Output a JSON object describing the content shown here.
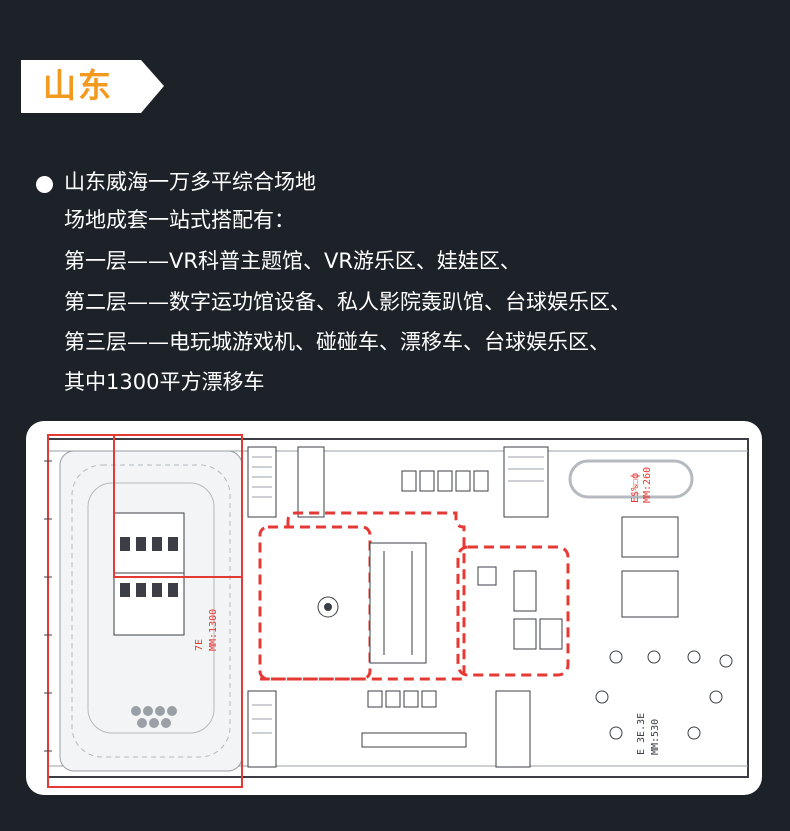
{
  "header": {
    "region": "山东"
  },
  "description": {
    "lines": [
      "山东威海一万多平综合场地",
      "场地成套一站式搭配有：",
      "第一层——VR科普主题馆、VR游乐区、娃娃区、",
      "第二层——数字运功馆设备、私人影院轰趴馆、台球娱乐区、",
      "第三层——电玩城游戏机、碰碰车、漂移车、台球娱乐区、",
      "其中1300平方漂移车"
    ]
  },
  "floor_plan": {
    "labels": {
      "zone_code": "7E",
      "drift_area": "MM:1300",
      "top_right_code": "E$%☐ф",
      "top_right_area": "MM:260",
      "bottom_right_code": "E 3E.3E",
      "bottom_right_area": "MM:530"
    },
    "colors": {
      "highlight_red": "#e53935",
      "line_gray": "#9aa0a6",
      "dark_line": "#3b3f45"
    }
  }
}
